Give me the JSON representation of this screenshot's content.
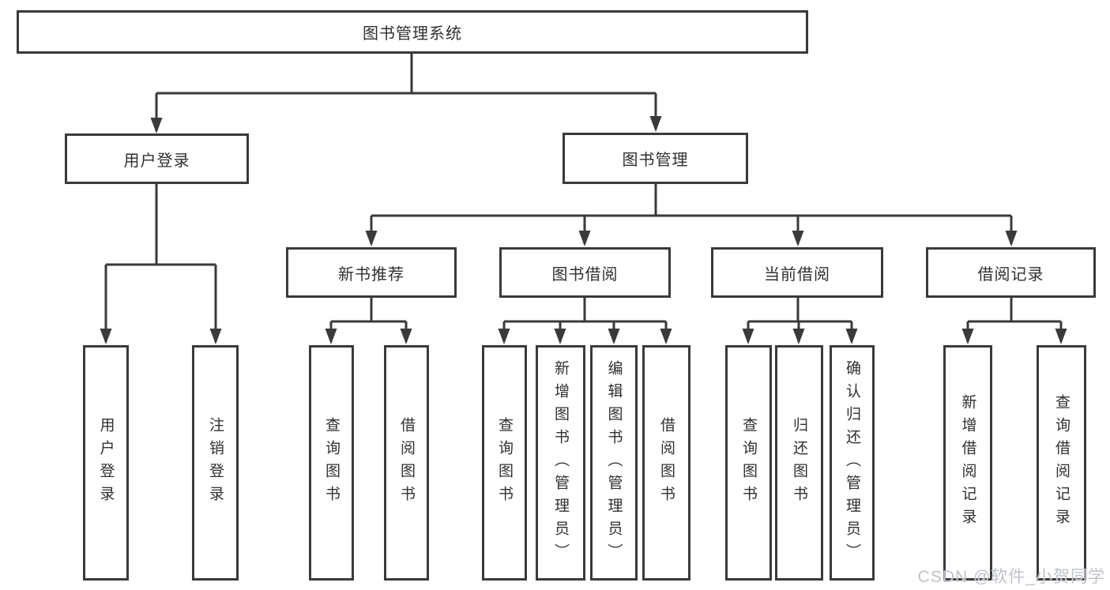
{
  "diagram_title": "图书管理系统",
  "colors": {
    "line": "#3a3a3a",
    "box_border": "#3a3a3a",
    "text": "#303030",
    "background": "#ffffff",
    "watermark": "#bfc3c9"
  },
  "tree": {
    "label": "图书管理系统",
    "children": [
      {
        "label": "用户登录",
        "children": [
          {
            "label": "用户登录"
          },
          {
            "label": "注销登录"
          }
        ]
      },
      {
        "label": "图书管理",
        "children": [
          {
            "label": "新书推荐",
            "children": [
              {
                "label": "查询图书"
              },
              {
                "label": "借阅图书"
              }
            ]
          },
          {
            "label": "图书借阅",
            "children": [
              {
                "label": "查询图书"
              },
              {
                "label": "新增图书（管理员）"
              },
              {
                "label": "编辑图书（管理员）"
              },
              {
                "label": "借阅图书"
              }
            ]
          },
          {
            "label": "当前借阅",
            "children": [
              {
                "label": "查询图书"
              },
              {
                "label": "归还图书"
              },
              {
                "label": "确认归还（管理员）"
              }
            ]
          },
          {
            "label": "借阅记录",
            "children": [
              {
                "label": "新增借阅记录"
              },
              {
                "label": "查询借阅记录"
              }
            ]
          }
        ]
      }
    ]
  },
  "watermark": {
    "text": "CSDN @软件_小贺同学"
  }
}
